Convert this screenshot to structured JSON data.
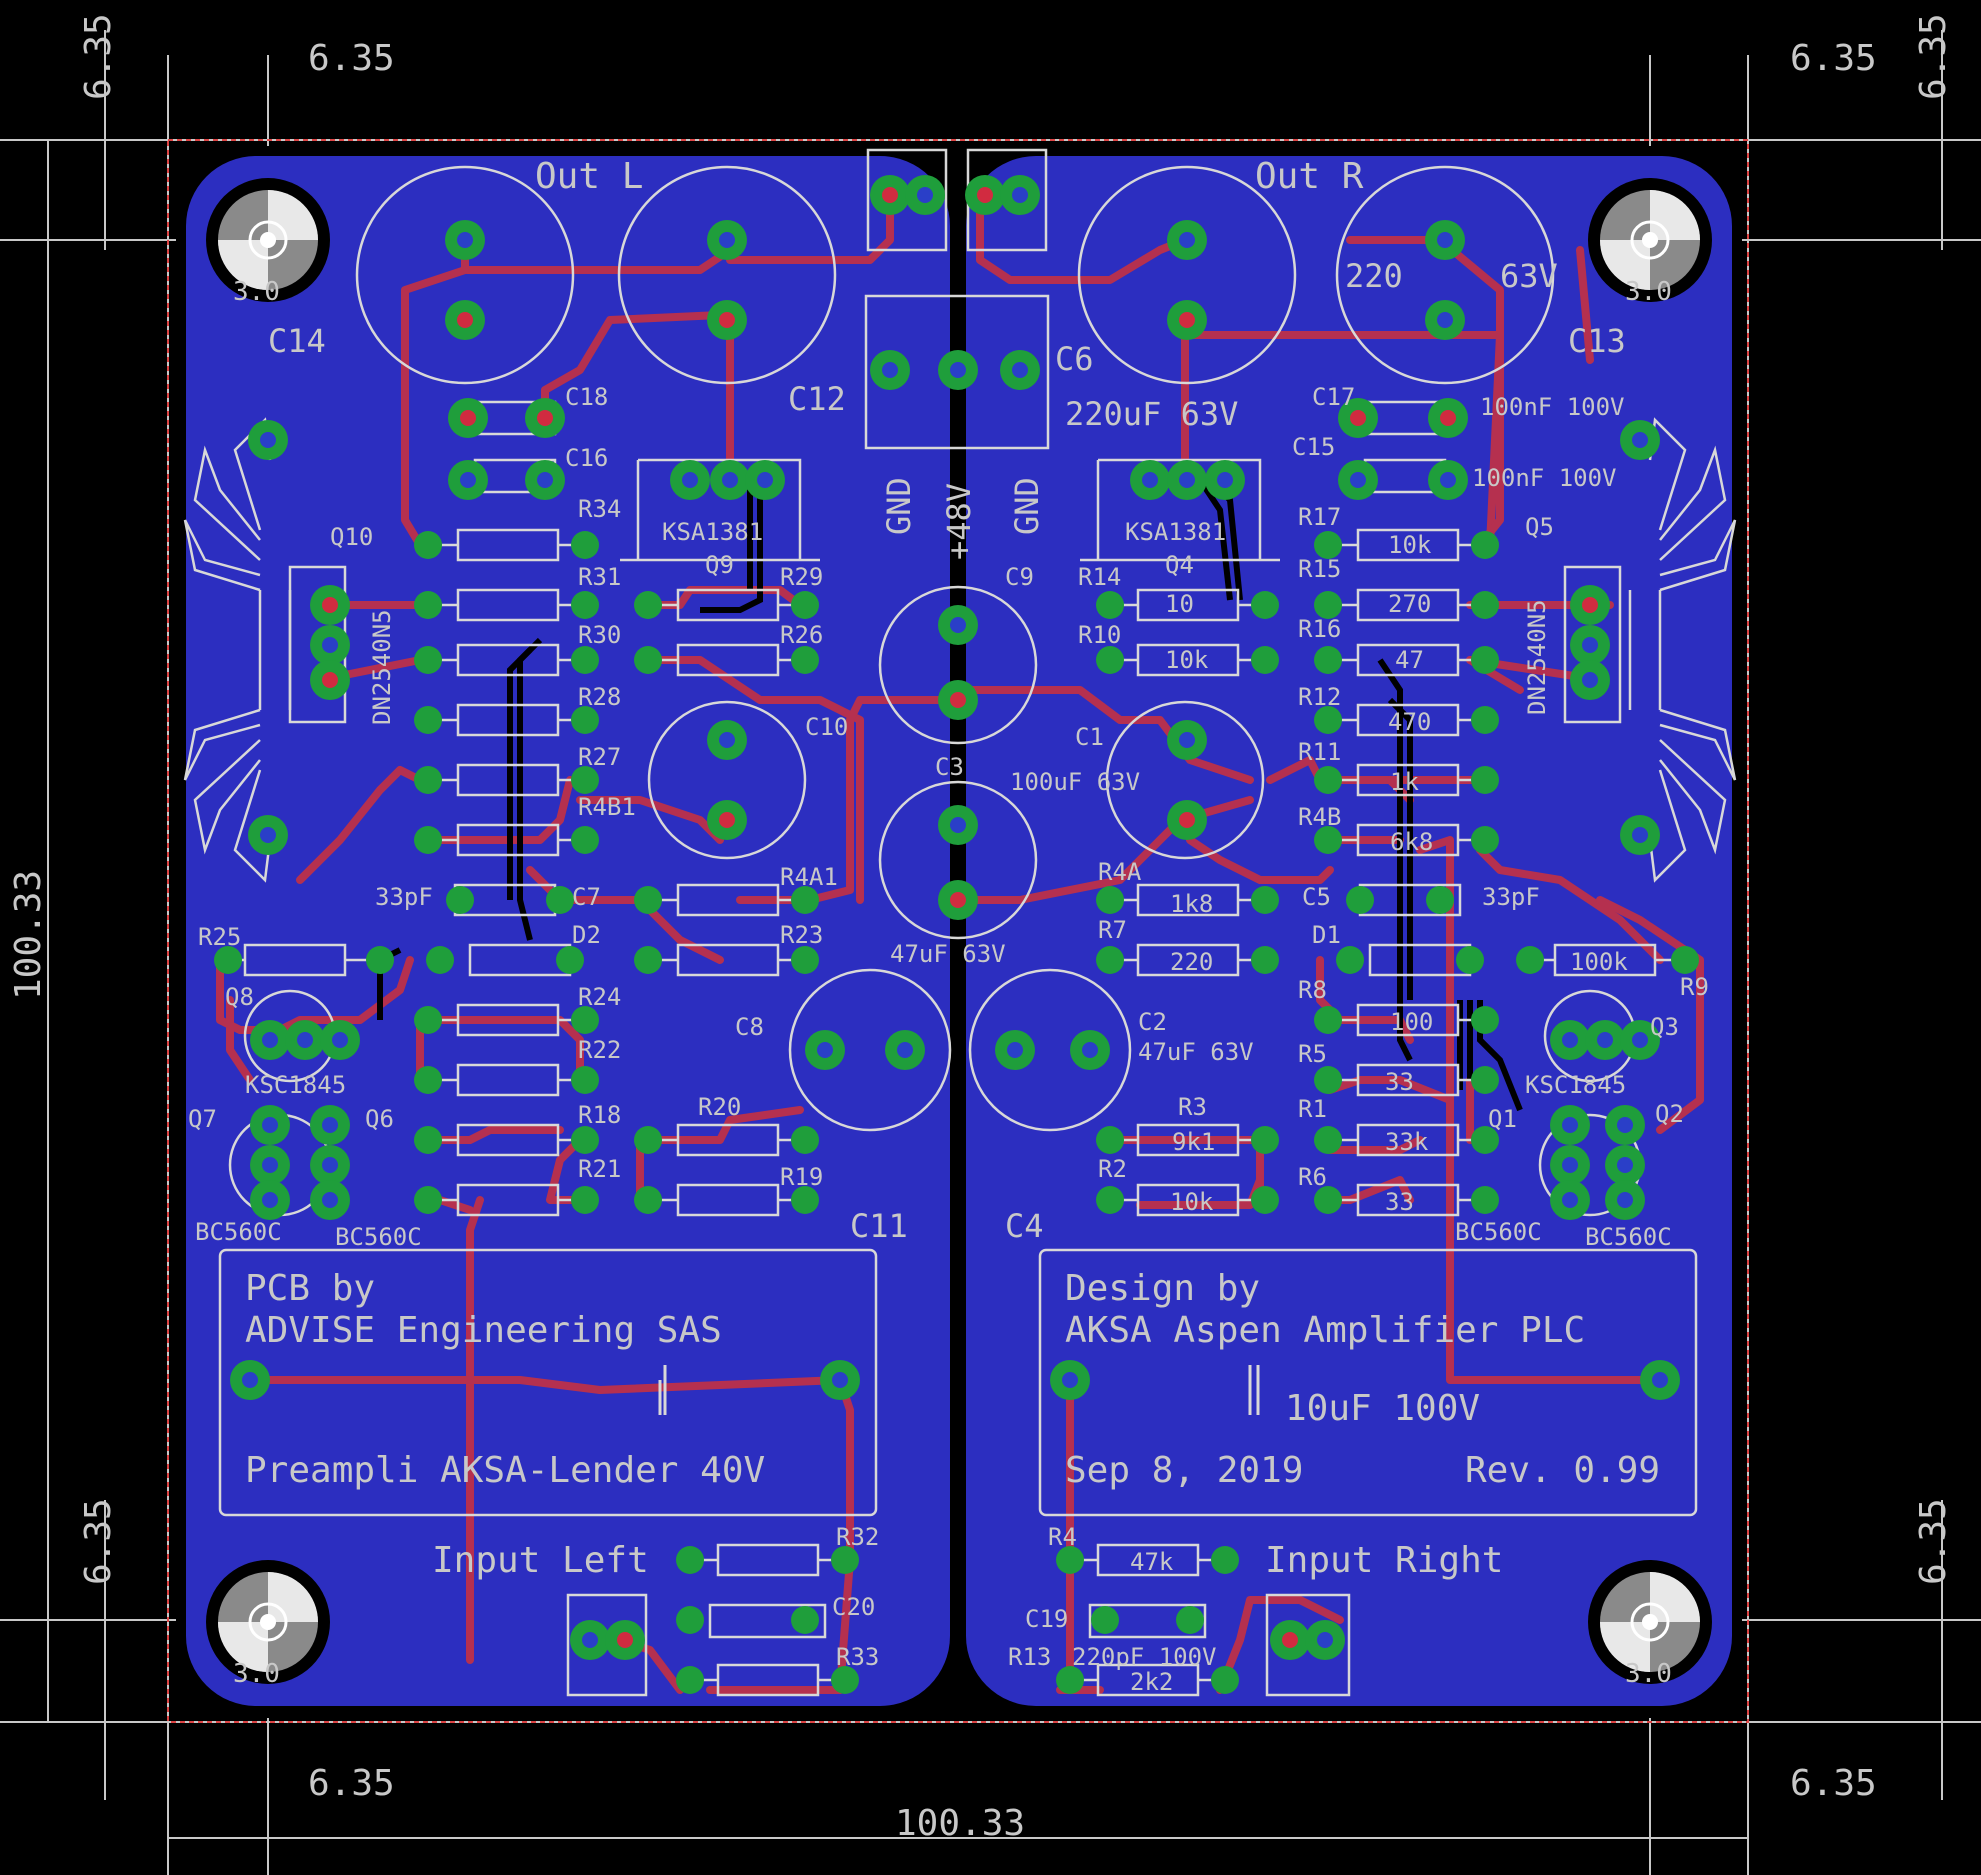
{
  "dimensions": {
    "top_left_h": "6.35",
    "top_left_v": "6.35",
    "top_right_h": "6.35",
    "top_right_v": "6.35",
    "bottom_left_h": "6.35",
    "bottom_left_v": "6.35",
    "bottom_right_h": "6.35",
    "bottom_right_v": "6.35",
    "width": "100.33",
    "height": "100.33"
  },
  "hole_label": "3.0",
  "titles": {
    "out_left": "Out L",
    "out_right": "Out R",
    "input_left": "Input Left",
    "input_right": "Input Right",
    "gnd1": "GND",
    "v48": "+48V",
    "gnd2": "GND"
  },
  "textbox_left": {
    "line1": "PCB by",
    "line2": "ADVISE Engineering SAS",
    "line3": "Preampli AKSA-Lender 40V"
  },
  "textbox_right": {
    "line1": "Design by",
    "line2": "AKSA Aspen Amplifier PLC",
    "line3": "Sep 8, 2019",
    "line4": "Rev. 0.99"
  },
  "left_labels": {
    "c14": "C14",
    "c18": "C18",
    "c16": "C16",
    "r34": "R34",
    "q10": "Q10",
    "ksa_left": "KSA1381",
    "q9": "Q9",
    "r31": "R31",
    "r29": "R29",
    "r30": "R30",
    "r26": "R26",
    "r28": "R28",
    "dn_left": "DN2540N5",
    "r27": "R27",
    "r4b1": "R4B1",
    "c10": "C10",
    "c7_val": "33pF",
    "c7": "C7",
    "r4a1": "R4A1",
    "r25": "R25",
    "d2": "D2",
    "r23": "R23",
    "q8": "Q8",
    "r24": "R24",
    "r22": "R22",
    "c8": "C8",
    "ksc_left": "KSC1845",
    "q7": "Q7",
    "q6": "Q6",
    "r18": "R18",
    "r20": "R20",
    "r21": "R21",
    "r19": "R19",
    "bc1": "BC560C",
    "bc2": "BC560C",
    "c11": "C11",
    "r32": "R32",
    "c20": "C20",
    "r33": "R33",
    "c12": "C12"
  },
  "right_labels": {
    "c6": "C6",
    "c6_val": "220uF 63V",
    "c13_val": "220",
    "c13_val2": "63V",
    "c13": "C13",
    "c17": "C17",
    "c17_val": "100nF 100V",
    "c15": "C15",
    "c15_val": "100nF 100V",
    "ksa_right": "KSA1381",
    "q4": "Q4",
    "r17": "R17",
    "r17_val": "10k",
    "q5": "Q5",
    "r14": "R14",
    "r14_val": "10",
    "r15": "R15",
    "r15_val": "270",
    "r10": "R10",
    "r10_val": "10k",
    "r16": "R16",
    "r16_val": "47",
    "dn_right": "DN2540N5",
    "c9": "C9",
    "r12": "R12",
    "r12_val": "470",
    "c1": "C1",
    "c3": "C3",
    "c1_val": "100uF 63V",
    "r11": "R11",
    "r11_val": "1k",
    "r4b": "R4B",
    "r4b_val": "6k8",
    "r4a": "R4A",
    "r4a_val": "1k8",
    "c5": "C5",
    "c5_val": "33pF",
    "c3_val": "47uF 63V",
    "r7": "R7",
    "r7_val": "220",
    "d1": "D1",
    "r9_val": "100k",
    "r9": "R9",
    "r8": "R8",
    "r8_val": "100",
    "q3": "Q3",
    "c2": "C2",
    "c2_val": "47uF 63V",
    "r5": "R5",
    "r5_val": "33",
    "ksc_right": "KSC1845",
    "r3": "R3",
    "r3_val": "9k1",
    "r1": "R1",
    "r1_val": "33k",
    "q1": "Q1",
    "q2": "Q2",
    "r2": "R2",
    "r2_val": "10k",
    "r6": "R6",
    "r6_val": "33",
    "bc3": "BC560C",
    "bc4": "BC560C",
    "c4": "C4",
    "c4_val": "10uF 100V",
    "r4": "R4",
    "r4_val": "47k",
    "c19": "C19",
    "r13": "R13",
    "c19_val": "220pF 100V",
    "r13_val": "2k2"
  }
}
